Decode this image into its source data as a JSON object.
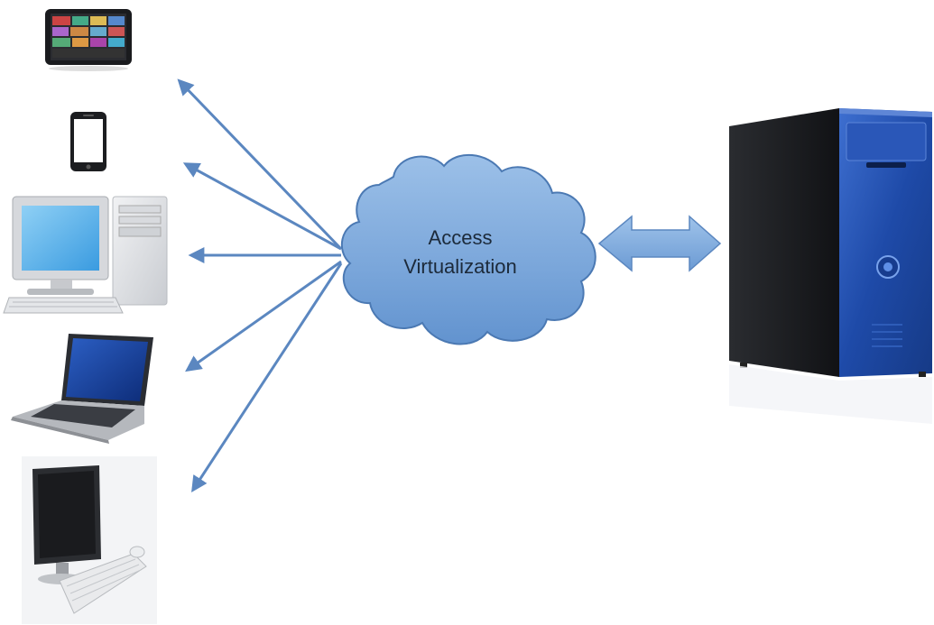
{
  "cloud": {
    "line1": "Access",
    "line2": "Virtualization"
  },
  "devices": [
    {
      "name": "tablet",
      "icon": "tablet-icon"
    },
    {
      "name": "smartphone",
      "icon": "smartphone-icon"
    },
    {
      "name": "desktop-pc",
      "icon": "desktop-pc-icon"
    },
    {
      "name": "laptop",
      "icon": "laptop-icon"
    },
    {
      "name": "thin-client",
      "icon": "thin-client-icon"
    }
  ],
  "server": {
    "icon": "server-tower-icon"
  },
  "colors": {
    "arrow": "#5b87c0",
    "cloud_fill": "#7da7d8",
    "cloud_stroke": "#4b79b3",
    "server_blue": "#1f4fb0"
  }
}
